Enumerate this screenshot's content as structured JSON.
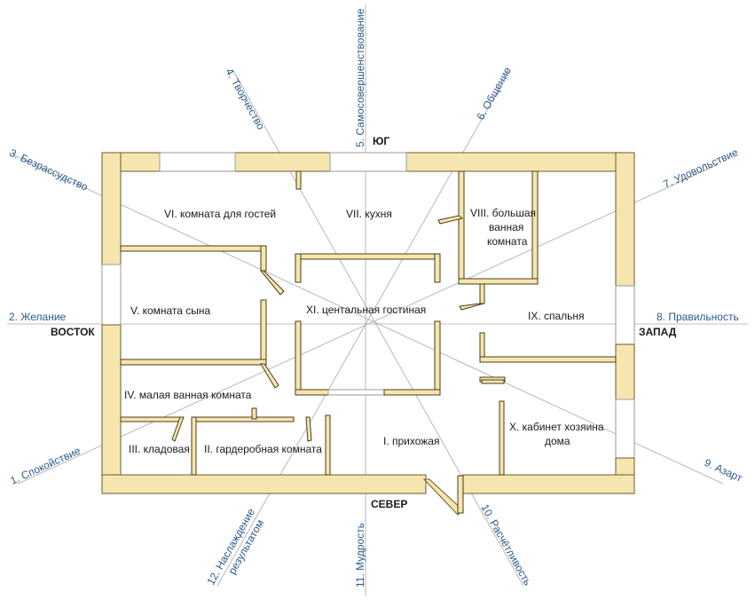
{
  "directions": {
    "south": "ЮГ",
    "north": "СЕВЕР",
    "east": "ВОСТОК",
    "west": "ЗАПАД"
  },
  "rays": [
    {
      "label": "1. Спокойствие"
    },
    {
      "label": "2. Желание"
    },
    {
      "label": "3. Безрассудство"
    },
    {
      "label": "4. Творчество"
    },
    {
      "label": "5. Самосовершенствование"
    },
    {
      "label": "6. Общение"
    },
    {
      "label": "7. Удовольствие"
    },
    {
      "label": "8. Правильность"
    },
    {
      "label": "9. Азарт"
    },
    {
      "label": "10. Расчётливость"
    },
    {
      "label": "11. Мудрость"
    },
    {
      "label": "12. Наслаждение",
      "label2": "результатом"
    }
  ],
  "rooms": {
    "guest": "VI. комната для гостей",
    "kitchen": "VII. кухня",
    "bath_big_1": "VIII. большая",
    "bath_big_2": "ванная",
    "bath_big_3": "комната",
    "son": "V. комната сына",
    "living": "XI. центальная гостиная",
    "bedroom": "IX. спальня",
    "bath_small": "IV. малая ванная комната",
    "office_1": "X. кабинет хозяина",
    "office_2": "дома",
    "pantry": "III. кладовая",
    "wardrobe": "II. гардеробная комната",
    "hall": "I. прихожая"
  },
  "colors": {
    "wall_fill": "#f5e6b0",
    "ray_line": "#a8a8a8",
    "ray_text": "#2b5a8c"
  }
}
